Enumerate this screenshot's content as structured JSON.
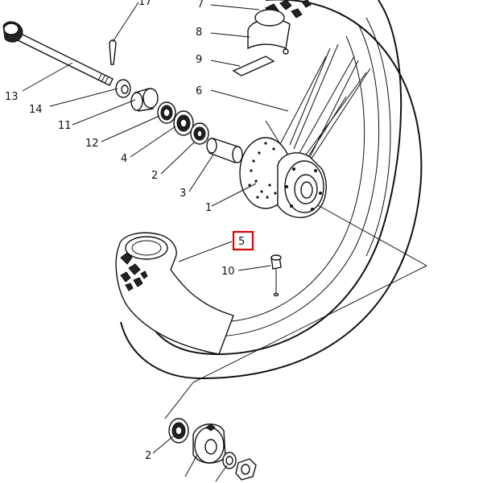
{
  "diagram": {
    "labels": {
      "l1": "1",
      "l2": "2",
      "l2b": "2",
      "l3": "3",
      "l4": "4",
      "l5": "5",
      "l6": "6",
      "l7": "7",
      "l8": "8",
      "l9": "9",
      "l10": "10",
      "l11": "11",
      "l12": "12",
      "l13": "13",
      "l14": "14",
      "l17": "17"
    },
    "highlight_color": "#e00000"
  }
}
